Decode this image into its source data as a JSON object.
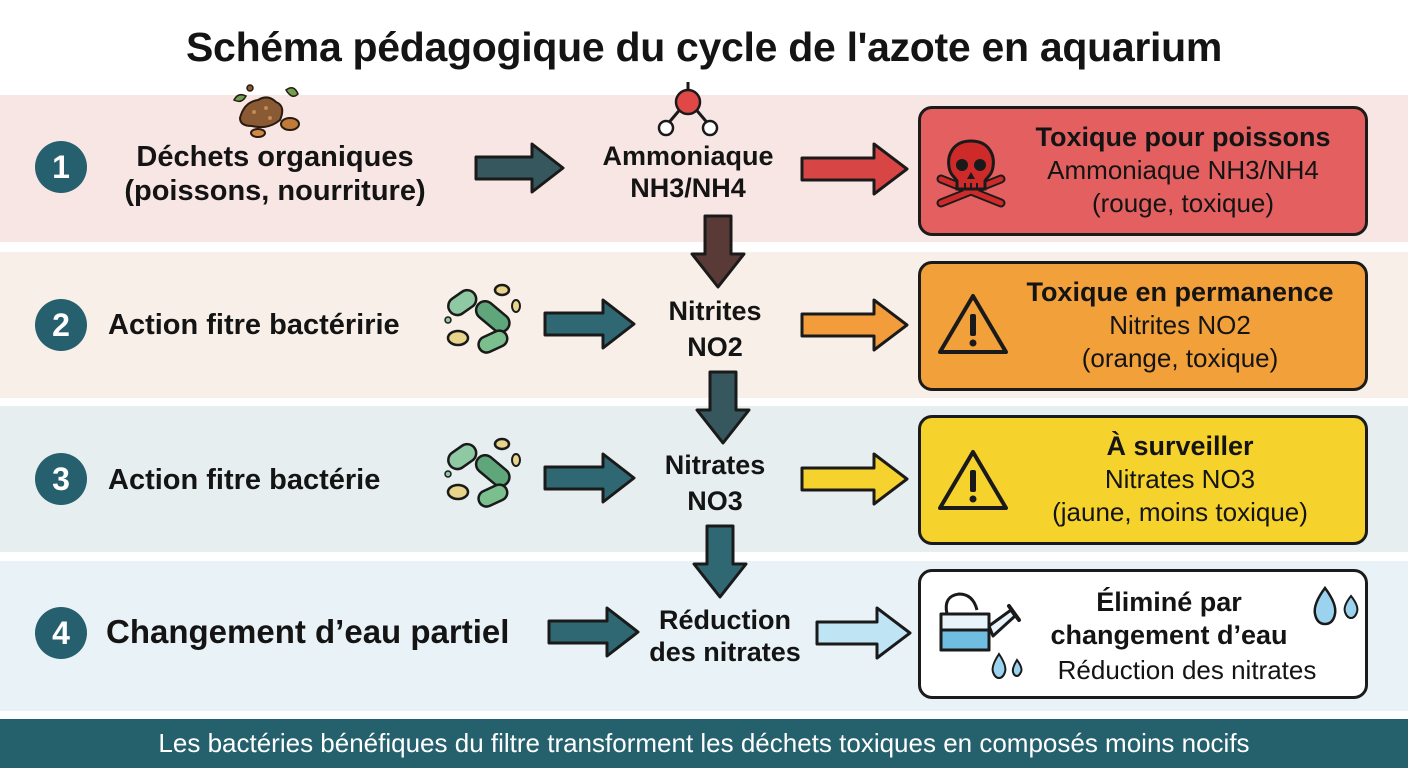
{
  "title": "Schéma pédagogique du cycle de l'azote en aquarium",
  "steps": [
    {
      "number": "1",
      "label_lines": [
        "Déchets organiques",
        "(poissons, nourriture)"
      ],
      "compound": {
        "line1": "Ammoniaque",
        "line2": "NH3/NH4"
      },
      "card": {
        "title": "Toxique pour poissons",
        "line1": "Ammoniaque NH3/NH4",
        "line2": "(rouge, toxique)",
        "color": "#e46060",
        "icon": "skull-crossbones-icon"
      }
    },
    {
      "number": "2",
      "label": "Action  fitre bactéririe",
      "compound": {
        "line1": "Nitrites",
        "line2": "NO2"
      },
      "card": {
        "title": "Toxique en permanence",
        "line1": "Nitrites NO2",
        "line2": "(orange, toxique)",
        "color": "#f2a03a",
        "icon": "warning-triangle-icon"
      }
    },
    {
      "number": "3",
      "label": "Action  fitre bactérie",
      "compound": {
        "line1": "Nitrates",
        "line2": "NO3"
      },
      "card": {
        "title": "À surveiller",
        "line1": "Nitrates NO3",
        "line2": "(jaune, moins toxique)",
        "color": "#f6d22c",
        "icon": "warning-triangle-icon"
      }
    },
    {
      "number": "4",
      "label": "Changement d’eau partiel",
      "compound": {
        "line1": "Réduction",
        "line2": "des nitrates"
      },
      "card": {
        "title_line1": "Éliminé par",
        "title_line2": "changement d’eau",
        "line1": "Réduction des nitrates",
        "color": "#ffffff",
        "icon": "watering-can-icon"
      }
    }
  ],
  "footer": "Les bactéries bénéfiques du filtre transforment les déchets toxiques en composés moins nocifs",
  "colors": {
    "step_circle": "#265f6d",
    "arrow_dark": "#37575e",
    "arrow_teal": "#2f6873",
    "arrow_brown": "#5a3a36",
    "arrow_red": "#d84545",
    "arrow_orange": "#f39c3c",
    "arrow_yellow": "#f5d22e",
    "arrow_light_blue": "#bfe4f4",
    "footer_bg": "#25606d"
  }
}
